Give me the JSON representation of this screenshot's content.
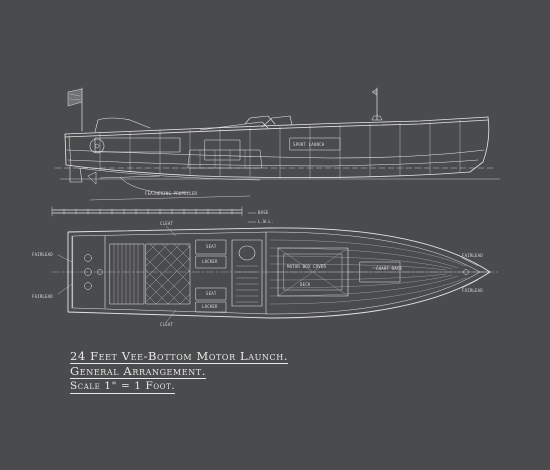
{
  "colors": {
    "background": "#4a4b4d",
    "line": "#e6e6e6"
  },
  "title_block": {
    "line1": "24 Feet Vee-Bottom Motor Launch.",
    "line2": "General Arrangement.",
    "line3": "Scale 1\" = 1 Foot."
  },
  "profile": {
    "propeller_label": "Feathering Propeller",
    "name_board": "Sport Launch",
    "baseline_label": "Base",
    "waterline_label": "L.W.L."
  },
  "plan": {
    "bow_top": "Fairlead",
    "bow_bottom": "Fairlead",
    "stern_top": "Fairlead",
    "stern_bottom": "Fairlead",
    "cleat_top": "Cleat",
    "cleat_bottom": "Cleat",
    "seat_top": "Seat",
    "seat_bottom": "Seat",
    "locker_top": "Locker",
    "locker_bottom": "Locker",
    "engine_box": "Motor Box Cover",
    "deck_label": "Deck",
    "chart_rack": "Chart Rack"
  }
}
